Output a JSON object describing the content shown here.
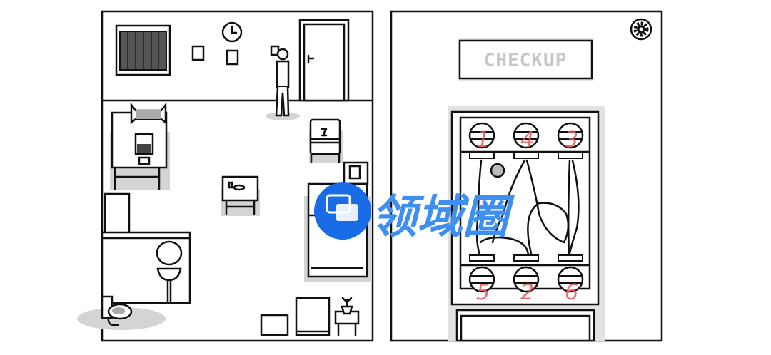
{
  "checkup_panel": {
    "sign_label": "CHECKUP",
    "top_fuse_numbers": [
      "1",
      "4",
      "3"
    ],
    "bottom_fuse_numbers": [
      "5",
      "2",
      "6"
    ]
  },
  "settings": {
    "icon": "gear-icon"
  },
  "watermark": {
    "text": "领域圈",
    "color": "#1a6be6"
  },
  "colors": {
    "line": "#111111",
    "shadow": "#d4d4d4",
    "annotation": "#e05a5a"
  }
}
